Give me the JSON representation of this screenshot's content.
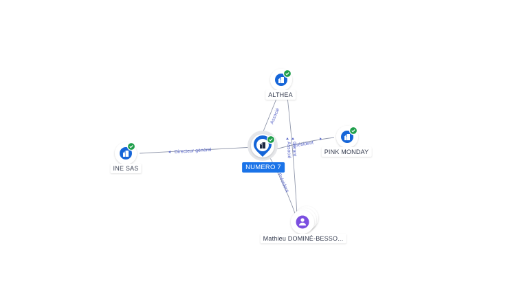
{
  "colors": {
    "company": "#1565d8",
    "person": "#7b4fe0",
    "check": "#1e9e4a",
    "edge": "#8f96aa",
    "edge_label": "#5a67c9",
    "main_label_bg": "#1a73e8"
  },
  "nodes": {
    "main": {
      "label": "NUMERO 7",
      "icon": "company-icon"
    },
    "althea": {
      "label": "ALTHEA",
      "icon": "company-icon"
    },
    "pink_monday": {
      "label": "PINK MONDAY",
      "icon": "company-icon"
    },
    "ine_sas": {
      "label": "INE SAS",
      "icon": "company-icon"
    },
    "person": {
      "label": "Mathieu DOMINÉ-BESSO...",
      "icon": "person-icon"
    }
  },
  "edges": {
    "directeur_general": "Directeur général",
    "associe_althea": "Associé",
    "president_pink": "Président",
    "president_person": "Président",
    "associe_person": "Associé",
    "gerant": "Gérant"
  }
}
